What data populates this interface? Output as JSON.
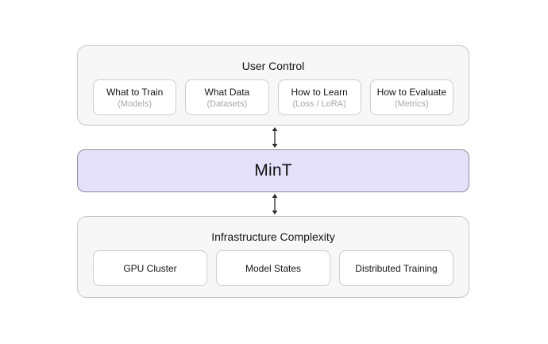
{
  "diagram": {
    "user_control": {
      "title": "User Control",
      "items": [
        {
          "title": "What to Train",
          "subtitle": "(Models)"
        },
        {
          "title": "What Data",
          "subtitle": "(Datasets)"
        },
        {
          "title": "How to Learn",
          "subtitle": "(Loss / LoRA)"
        },
        {
          "title": "How to Evaluate",
          "subtitle": "(Metrics)"
        }
      ]
    },
    "core": {
      "title": "MinT"
    },
    "infrastructure": {
      "title": "Infrastructure Complexity",
      "items": [
        {
          "title": "GPU Cluster"
        },
        {
          "title": "Model States"
        },
        {
          "title": "Distributed Training"
        }
      ]
    },
    "icons": {
      "top_arrow": "double-headed-vertical-arrow",
      "bottom_arrow": "double-headed-vertical-arrow"
    },
    "colors": {
      "core_bg": "#e6e1fa",
      "core_border": "#8f8c9c",
      "container_bg": "#f7f7f7",
      "container_border": "#c7c7c7",
      "box_border": "#cdcdcd",
      "subtitle": "#a9a9a9",
      "text": "#161616",
      "arrow": "#2a2a2a"
    }
  }
}
